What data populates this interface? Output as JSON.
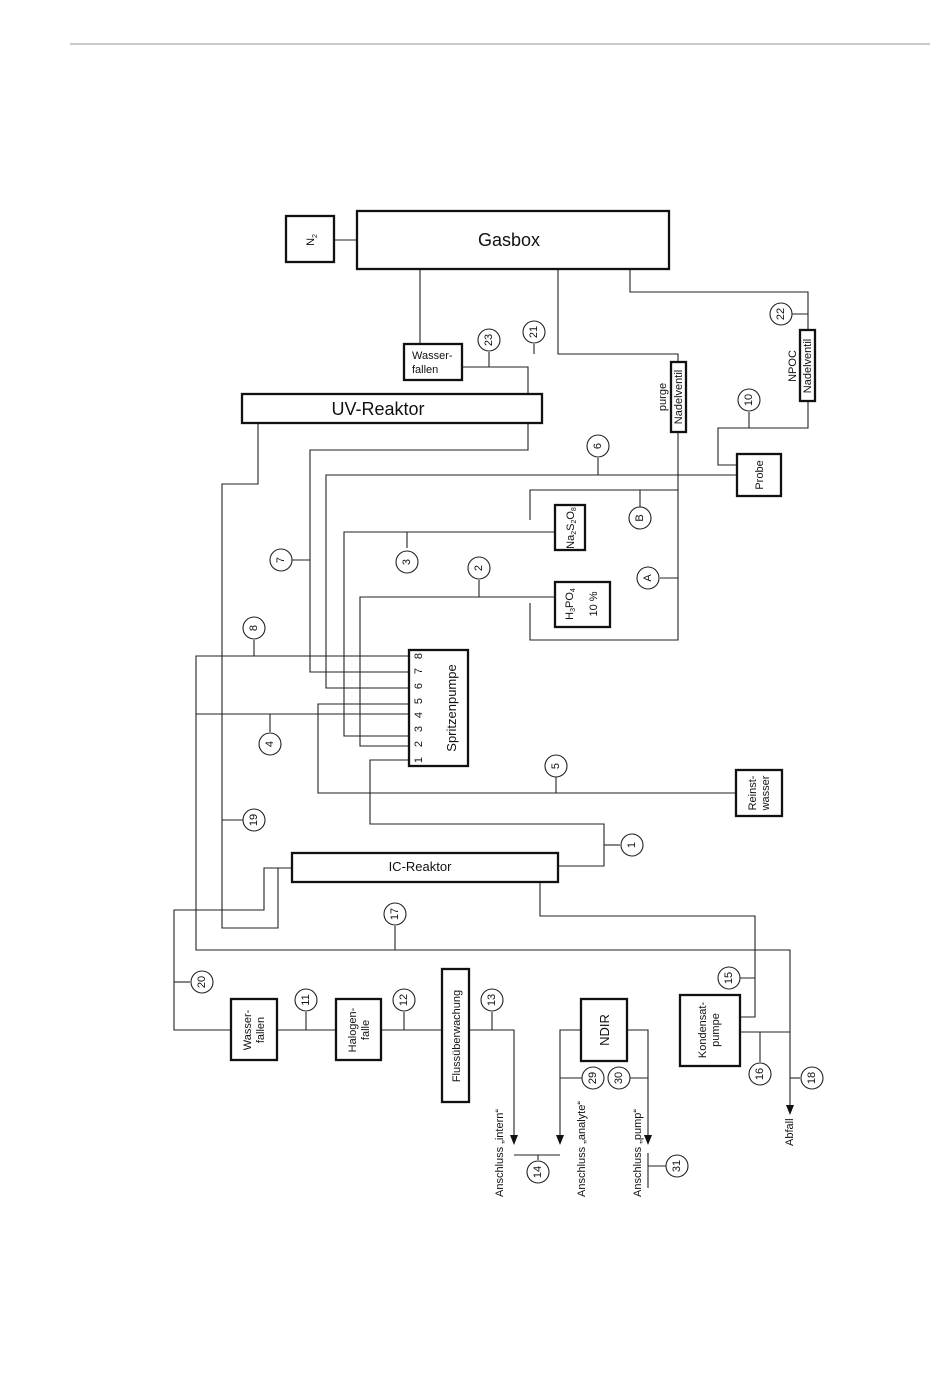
{
  "boxes": {
    "n2": {
      "label": "N",
      "sub": "2"
    },
    "gasbox": "Gasbox",
    "wasserfallen_top": [
      "Wasser-",
      "fallen"
    ],
    "uv_reaktor": "UV-Reaktor",
    "nadelventil_purge": "Nadelventil",
    "purge_label": "purge",
    "nadelventil_npoc": "Nadelventil",
    "npoc_label": "NPOC",
    "probe": "Probe",
    "na2s2o8": {
      "a": "Na",
      "b": "2",
      "c": "S",
      "d": "2",
      "e": "O",
      "f": "8"
    },
    "h3po4": {
      "a": "H",
      "b": "3",
      "c": "PO",
      "d": "4",
      "line2": "10 %"
    },
    "spritzenpumpe": "Spritzenpumpe",
    "ports": [
      "1",
      "2",
      "3",
      "4",
      "5",
      "6",
      "7",
      "8"
    ],
    "reinstwasser": [
      "Reinst-",
      "wasser"
    ],
    "ic_reaktor": "IC-Reaktor",
    "wasserfallen_bottom": [
      "Wasser-",
      "fallen"
    ],
    "halogenfalle": [
      "Halogen-",
      "falle"
    ],
    "flussueberwachung": "Flussüberwachung",
    "ndir": "NDIR",
    "kondensatpumpe": [
      "Kondensat-",
      "pumpe"
    ]
  },
  "markers": [
    "1",
    "2",
    "3",
    "4",
    "5",
    "6",
    "7",
    "8",
    "10",
    "11",
    "12",
    "13",
    "14",
    "15",
    "16",
    "17",
    "18",
    "19",
    "20",
    "21",
    "22",
    "23",
    "29",
    "30",
    "31",
    "A",
    "B"
  ],
  "outputs": {
    "intern": "Anschluss „intern“",
    "analyte": "Anschluss „analyte“",
    "pump": "Anschluss „pump“",
    "abfall": "Abfall"
  }
}
